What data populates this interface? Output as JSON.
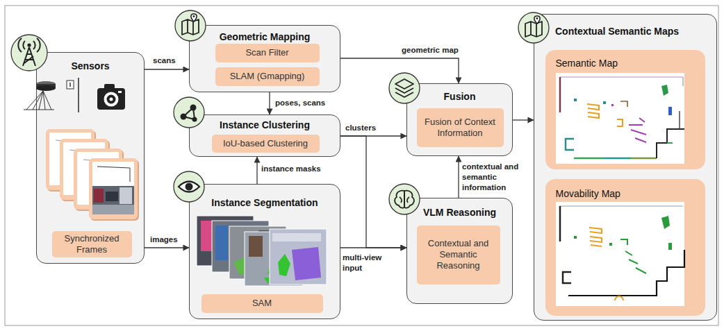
{
  "diagram": {
    "nodes": [
      {
        "text": [
          "Sensors"
        ]
      },
      {
        "text": [
          "Synchronized Frames"
        ],
        "in": 0
      },
      {
        "text": [
          "Geometric Mapping"
        ]
      },
      {
        "text": [
          "Scan Filter"
        ],
        "in": 2
      },
      {
        "text": [
          "SLAM (Gmapping)"
        ],
        "in": 2
      },
      {
        "text": [
          "Instance Clustering"
        ]
      },
      {
        "text": [
          "IoU-based Clustering"
        ],
        "in": 5
      },
      {
        "text": [
          "Instance Segmentation"
        ]
      },
      {
        "text": [
          "SAM"
        ],
        "in": 7
      },
      {
        "text": [
          "Fusion"
        ]
      },
      {
        "text": [
          "Fusion of Context Information"
        ],
        "in": 9
      },
      {
        "text": [
          "VLM Reasoning"
        ]
      },
      {
        "text": [
          "Contextual and Semantic Reasoning"
        ],
        "in": 11
      },
      {
        "text": [
          "Contextual Semantic Maps"
        ]
      },
      {
        "text": [
          "Semantic Map"
        ],
        "in": 13
      },
      {
        "text": [
          "Movability Map"
        ],
        "in": 13
      }
    ],
    "edges": [
      {
        "from": 0,
        "to": 2,
        "label": "scans",
        "arrow": "to"
      },
      {
        "from": 0,
        "to": 7,
        "label": "images",
        "arrow": "to"
      },
      {
        "from": 2,
        "to": 5,
        "label": "poses, scans",
        "arrow": "to"
      },
      {
        "from": 2,
        "to": 9,
        "label": "geometric map",
        "arrow": "to"
      },
      {
        "from": 7,
        "to": 5,
        "label": "instance masks",
        "arrow": "to"
      },
      {
        "from": 5,
        "to": 9,
        "label": "clusters",
        "arrow": "to"
      },
      {
        "from": 5,
        "to": 11,
        "arrow": "to"
      },
      {
        "from": 7,
        "to": 11,
        "label": "multi-view input",
        "arrow": "to"
      },
      {
        "from": 11,
        "to": 9,
        "label": "contextual and semantic information",
        "arrow": "to"
      },
      {
        "from": 9,
        "to": 13,
        "arrow": "to"
      }
    ]
  }
}
